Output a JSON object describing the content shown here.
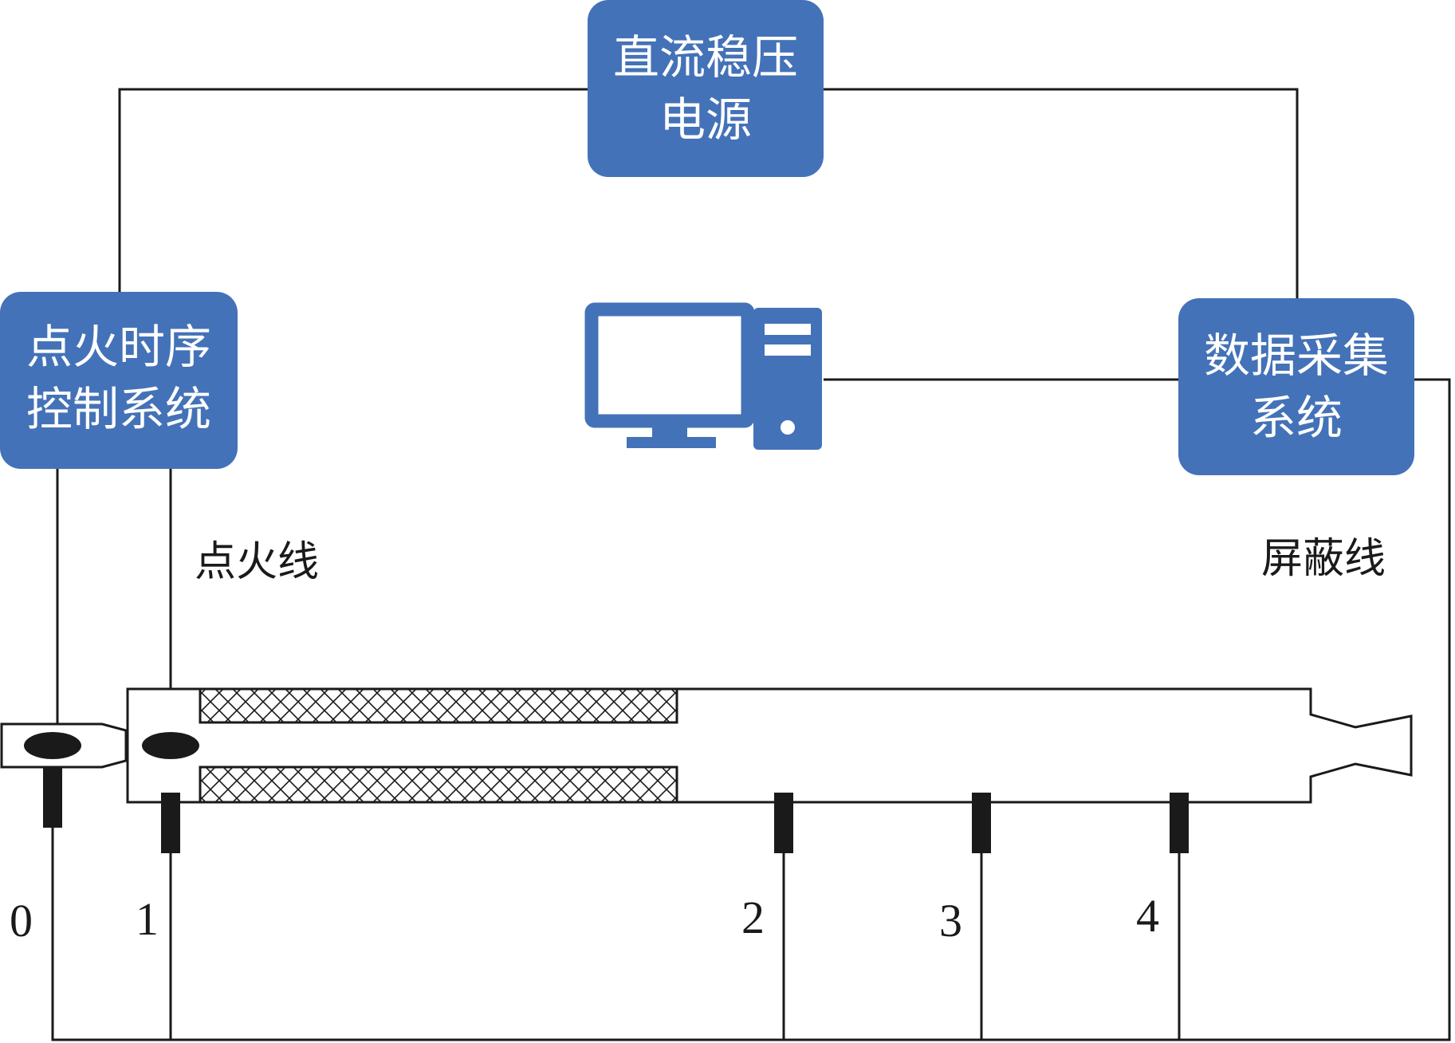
{
  "boxes": {
    "power_supply": {
      "line1": "直流稳压",
      "line2": "电源"
    },
    "ignition_control": {
      "line1": "点火时序",
      "line2": "控制系统"
    },
    "data_acquisition": {
      "line1": "数据采集",
      "line2": "系统"
    }
  },
  "labels": {
    "ignition_wire": "点火线",
    "shield_wire": "屏蔽线"
  },
  "sensors": [
    "0",
    "1",
    "2",
    "3",
    "4"
  ],
  "colors": {
    "box_fill": "#4472b8",
    "computer": "#4472b8",
    "line": "#1a1a1a",
    "sensor": "#1a1a1a"
  },
  "icons": {
    "computer": "desktop-computer-icon"
  }
}
